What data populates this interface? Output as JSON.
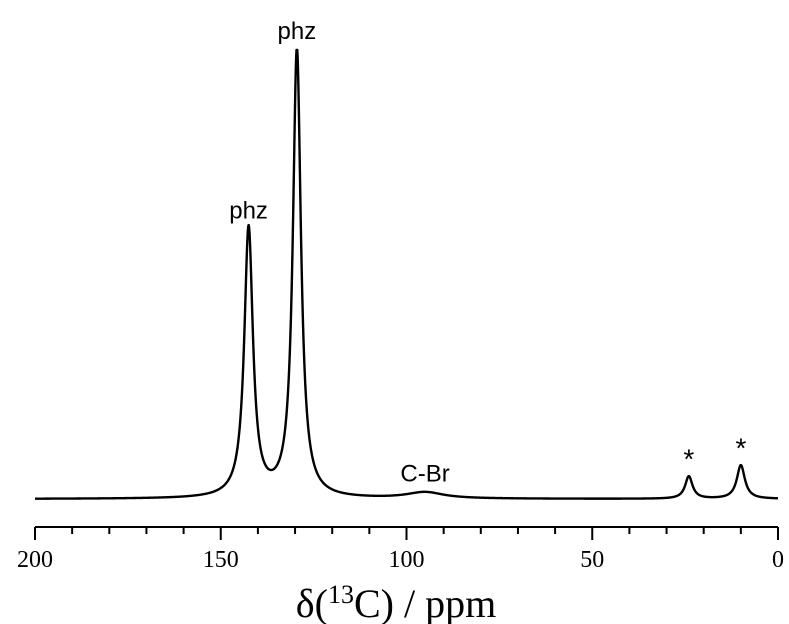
{
  "chart_data": {
    "type": "line",
    "title": "",
    "xlabel_parts": {
      "pre": "δ(",
      "sup": "13",
      "post": "C) / ppm"
    },
    "ylabel": "",
    "xlim": [
      200,
      0
    ],
    "x_reversed": true,
    "y_axis_visible": false,
    "grid": false,
    "ticks": [
      {
        "value": 200,
        "label": "200"
      },
      {
        "value": 150,
        "label": "150"
      },
      {
        "value": 100,
        "label": "100"
      },
      {
        "value": 50,
        "label": "50"
      },
      {
        "value": 0,
        "label": "0"
      }
    ],
    "minor_tick_step": 10,
    "baseline": 0,
    "y_max": 100,
    "peaks": [
      {
        "position": 142.5,
        "intensity": 60,
        "width": 1.4,
        "label": "phz"
      },
      {
        "position": 129.5,
        "intensity": 100,
        "width": 1.3,
        "label": "phz"
      },
      {
        "position": 95,
        "intensity": 1.4,
        "width": 6.0,
        "label": "C-Br"
      },
      {
        "position": 24,
        "intensity": 5.0,
        "width": 1.2,
        "label": "*"
      },
      {
        "position": 10,
        "intensity": 7.5,
        "width": 1.3,
        "label": "*"
      }
    ],
    "series": [
      {
        "x": [
          200,
          190,
          180,
          170,
          160,
          155,
          150,
          147,
          145,
          144,
          143,
          142.5,
          142,
          141,
          140,
          139,
          138,
          136,
          134,
          132,
          131,
          130,
          129.5,
          129,
          128,
          127,
          126,
          125,
          120,
          110,
          100,
          95,
          90,
          85,
          80,
          70,
          60,
          50,
          40,
          30,
          27,
          25,
          24,
          23,
          21,
          18,
          14,
          12,
          11,
          10,
          9,
          8,
          7,
          6,
          4,
          2,
          0
        ],
        "y": [
          0,
          0,
          0,
          0,
          0.5,
          1,
          3,
          7,
          20,
          42,
          58,
          60,
          57,
          38,
          20,
          9,
          5,
          2,
          3,
          8,
          36,
          84,
          100,
          88,
          44,
          14,
          5,
          2,
          1,
          0.6,
          1.2,
          1.4,
          1,
          0.6,
          0.3,
          0.2,
          0.2,
          0.3,
          0.4,
          0.6,
          1.5,
          3.8,
          5,
          4,
          1.5,
          0.5,
          0.5,
          1.5,
          4.5,
          7.5,
          6.5,
          3.5,
          1.5,
          0.6,
          0.2,
          0,
          0
        ]
      }
    ]
  }
}
